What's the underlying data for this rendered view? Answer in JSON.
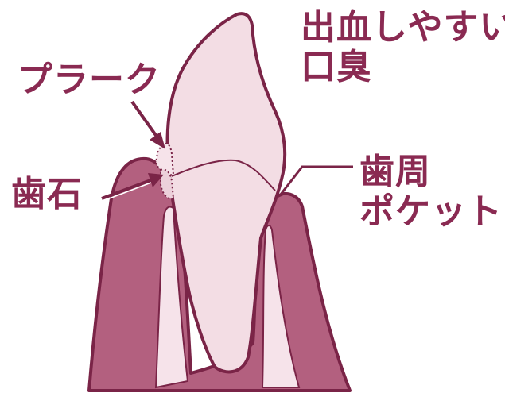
{
  "symptoms": {
    "line1": "出血しやすい",
    "line2": "口臭"
  },
  "labels": {
    "plaque": "プラーク",
    "tartar": "歯石",
    "pocket_line1": "歯周",
    "pocket_line2": "ポケット"
  },
  "colors": {
    "accent": "#8a2a52",
    "gum": "#b3607f",
    "tooth": "#f3dde4",
    "bone_pale": "#f6e3ea",
    "background": "#ffffff"
  }
}
